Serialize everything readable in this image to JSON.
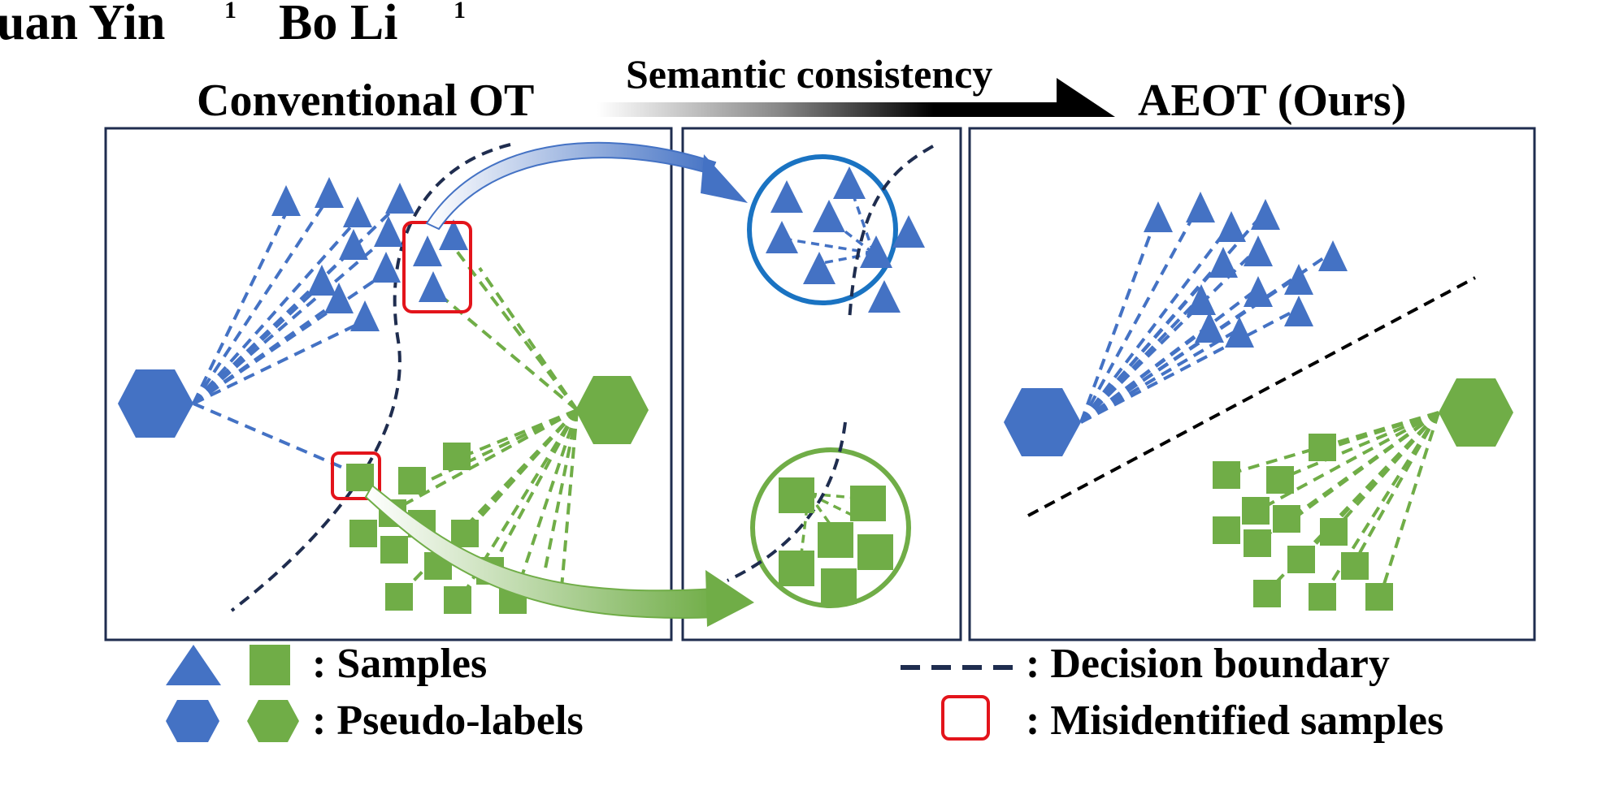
{
  "header": {
    "authors_text": "uan Yin",
    "authors_sup1": "1",
    "author2_text": "Bo Li",
    "authors_sup2": "1"
  },
  "figure": {
    "left_title": "Conventional OT",
    "arrow_label": "Semantic consistency",
    "right_title": "AEOT (Ours)"
  },
  "legend": {
    "samples": ": Samples",
    "pseudo_labels": ": Pseudo-labels",
    "decision_boundary": ": Decision boundary",
    "misidentified": ": Misidentified samples"
  },
  "colors": {
    "blue": "#4472c4",
    "green": "#70ad47",
    "red": "#e3141b",
    "navy": "#1f2d4f",
    "ring_blue": "#1a73c2"
  }
}
